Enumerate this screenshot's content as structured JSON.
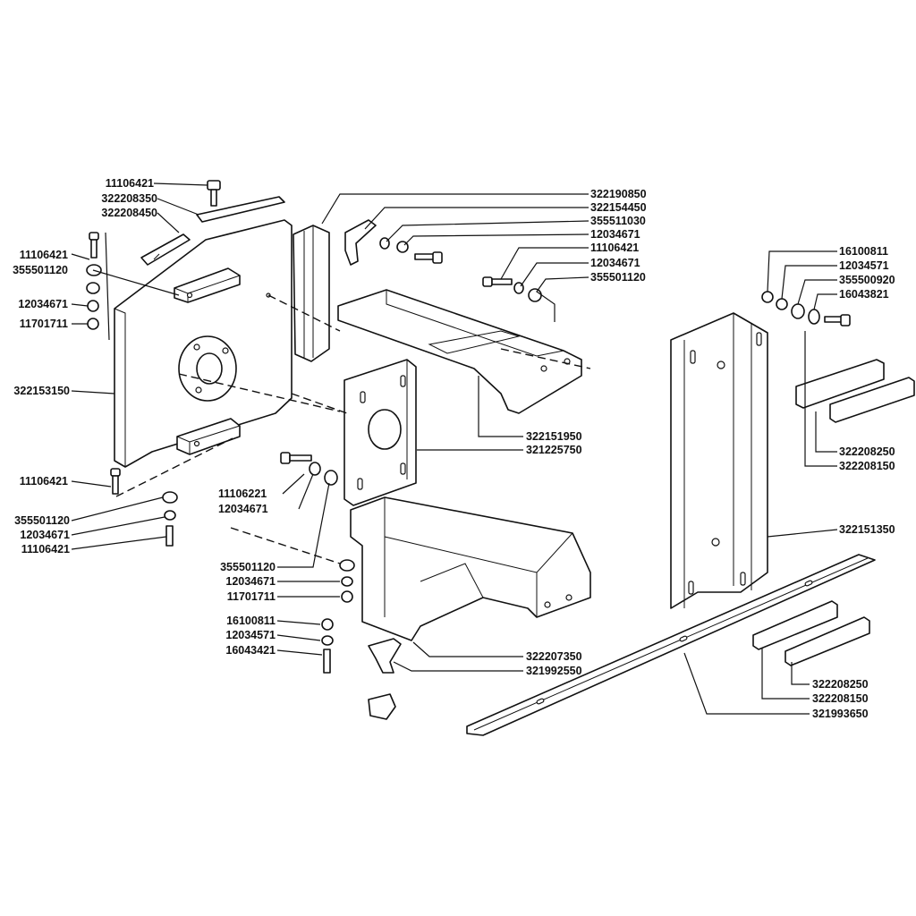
{
  "callouts": [
    {
      "id": "c01",
      "text": "11106421"
    },
    {
      "id": "c02",
      "text": "322208350"
    },
    {
      "id": "c03",
      "text": "322208450"
    },
    {
      "id": "c04",
      "text": "11106421"
    },
    {
      "id": "c05",
      "text": "355501120"
    },
    {
      "id": "c06",
      "text": "12034671"
    },
    {
      "id": "c07",
      "text": "11701711"
    },
    {
      "id": "c08",
      "text": "322153150"
    },
    {
      "id": "c09",
      "text": "11106421"
    },
    {
      "id": "c10",
      "text": "355501120"
    },
    {
      "id": "c11",
      "text": "12034671"
    },
    {
      "id": "c12",
      "text": "11106421"
    },
    {
      "id": "c13",
      "text": "322190850"
    },
    {
      "id": "c14",
      "text": "322154450"
    },
    {
      "id": "c15",
      "text": "355511030"
    },
    {
      "id": "c16",
      "text": "12034671"
    },
    {
      "id": "c17",
      "text": "11106421"
    },
    {
      "id": "c18",
      "text": "12034671"
    },
    {
      "id": "c19",
      "text": "355501120"
    },
    {
      "id": "c20",
      "text": "322151950"
    },
    {
      "id": "c21",
      "text": "321225750"
    },
    {
      "id": "c22",
      "text": "11106221"
    },
    {
      "id": "c23",
      "text": "12034671"
    },
    {
      "id": "c24",
      "text": "355501120"
    },
    {
      "id": "c25",
      "text": "12034671"
    },
    {
      "id": "c26",
      "text": "11701711"
    },
    {
      "id": "c27",
      "text": "16100811"
    },
    {
      "id": "c28",
      "text": "12034571"
    },
    {
      "id": "c29",
      "text": "16043421"
    },
    {
      "id": "c30",
      "text": "322207350"
    },
    {
      "id": "c31",
      "text": "321992550"
    },
    {
      "id": "c32",
      "text": "16100811"
    },
    {
      "id": "c33",
      "text": "12034571"
    },
    {
      "id": "c34",
      "text": "355500920"
    },
    {
      "id": "c35",
      "text": "16043821"
    },
    {
      "id": "c36",
      "text": "322208250"
    },
    {
      "id": "c37",
      "text": "322208150"
    },
    {
      "id": "c38",
      "text": "322151350"
    },
    {
      "id": "c39",
      "text": "322208250"
    },
    {
      "id": "c40",
      "text": "322208150"
    },
    {
      "id": "c41",
      "text": "321993650"
    }
  ]
}
